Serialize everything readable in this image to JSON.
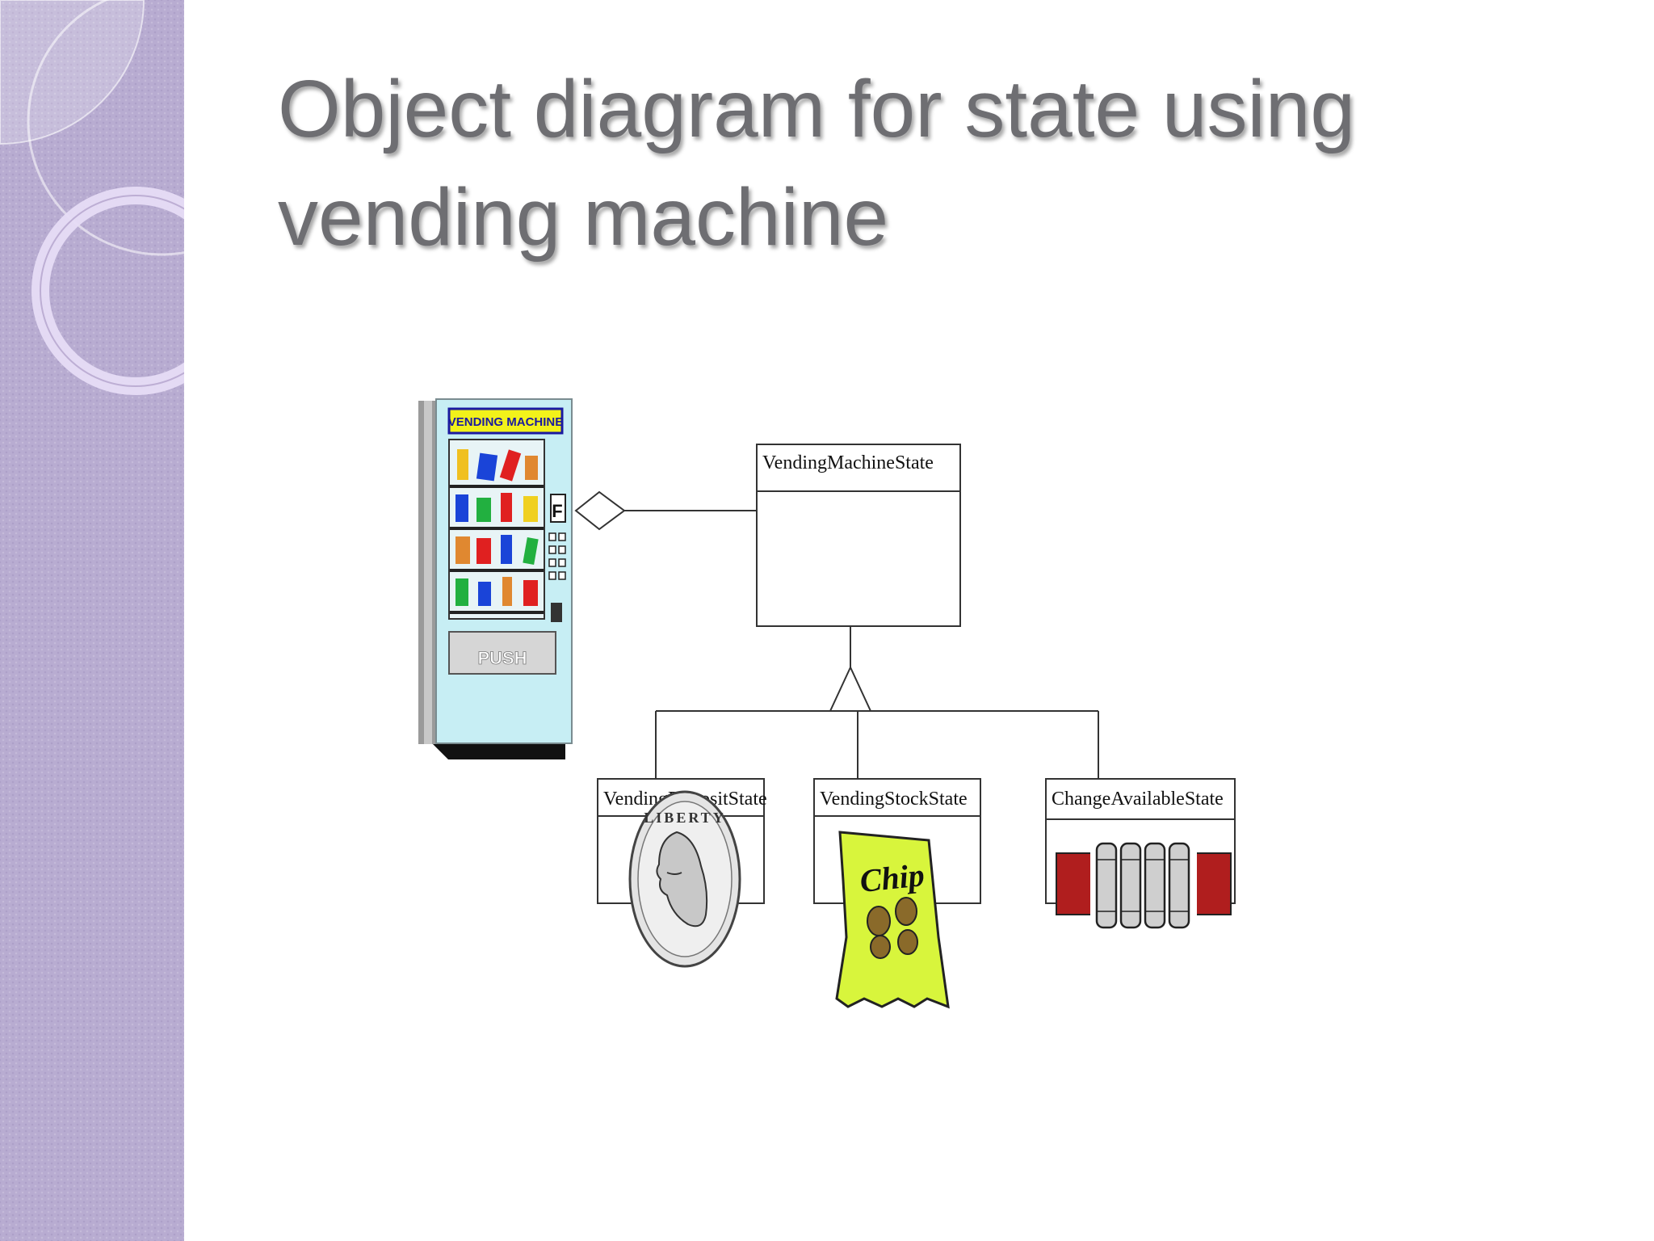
{
  "slide": {
    "title_line1": "Object diagram for state using",
    "title_line2": "vending machine"
  },
  "diagram": {
    "parent_class": "VendingMachineState",
    "subclasses": [
      "VendingDepositState",
      "VendingStockState",
      "ChangeAvailableState"
    ],
    "machine_sign": "VENDING MACHINE",
    "machine_button": "PUSH",
    "chip_label": "Chip",
    "coin_text": "LIBERTY"
  },
  "colors": {
    "strip": "#b8acd1",
    "title": "#6e6e72",
    "machine_body": "#c7eef4",
    "sign_bg": "#f2f21a",
    "chip_bag": "#d8f53c",
    "roll_red": "#b01e1e"
  }
}
